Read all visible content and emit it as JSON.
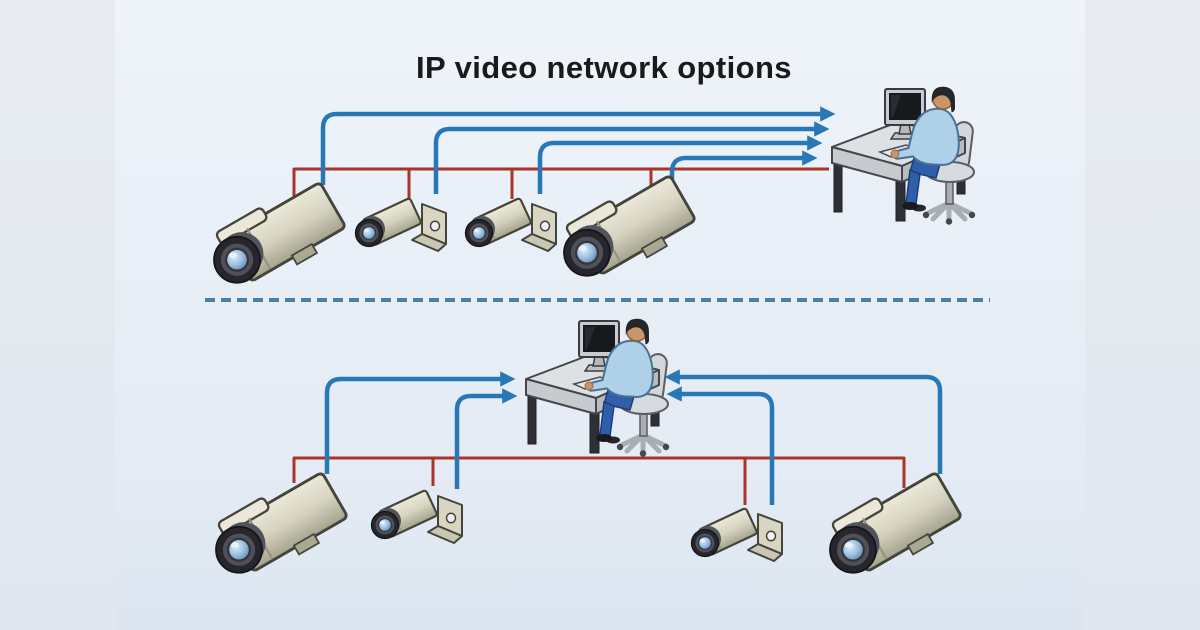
{
  "title": "IP video network options",
  "colors": {
    "canvas_margin": "#e8ecf1",
    "canvas_inner_top": "#eff4fa",
    "canvas_inner_bottom": "#dce5f0",
    "video_line_blue": "#2878b8",
    "bus_line_red": "#ab342a",
    "divider_blue": "#4b7da6",
    "title_color": "#1a1a1a",
    "camera_body": "#d9d6c4",
    "lens_glass": "#9cc0e2"
  },
  "divider": {
    "style": "dashed"
  },
  "top_diagram": {
    "description": "Four cameras, each with its own blue arrowed video line running to one operator workstation at the right; a red bus line links all cameras",
    "camera_count": 4,
    "camera_types": [
      "box",
      "compact",
      "compact",
      "box"
    ],
    "blue_arrow_count": 4,
    "arrows_point": "right into workstation"
  },
  "bottom_diagram": {
    "description": "Four cameras with blue arrowed video lines converging from both sides on a central operator workstation; a red bus line links all cameras",
    "camera_count": 4,
    "camera_types": [
      "box",
      "compact",
      "compact",
      "box"
    ],
    "blue_arrow_count": 4,
    "arrows_point": "inward to central workstation"
  }
}
